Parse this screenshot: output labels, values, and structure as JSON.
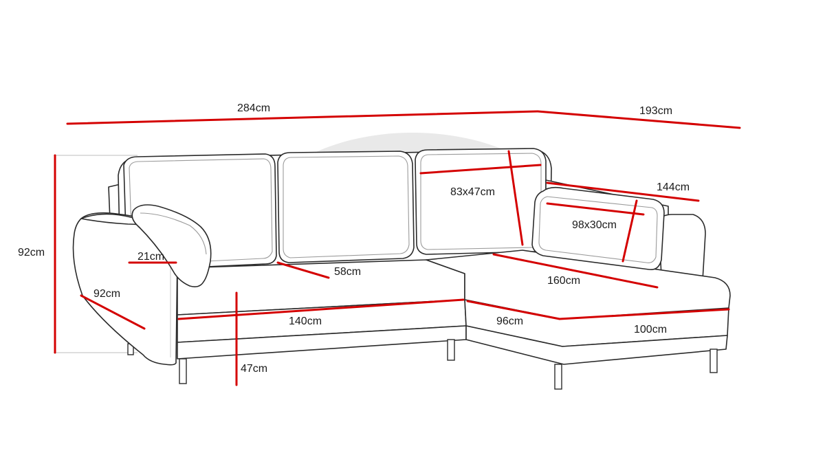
{
  "measurements": {
    "total_length": "284cm",
    "chaise_depth": "193cm",
    "height": "92cm",
    "arm_width": "21cm",
    "arm_depth": "92cm",
    "seat_depth": "58cm",
    "seat_width": "140cm",
    "seat_height": "47cm",
    "back_cushion": "83x47cm",
    "chaise_back_length": "144cm",
    "small_cushion": "98x30cm",
    "chaise_length": "160cm",
    "chaise_front": "96cm",
    "chaise_width": "100cm"
  },
  "colors": {
    "dimension_line": "#d40000",
    "outline": "#2a2a2a",
    "watermark": "#e9e9e9"
  }
}
